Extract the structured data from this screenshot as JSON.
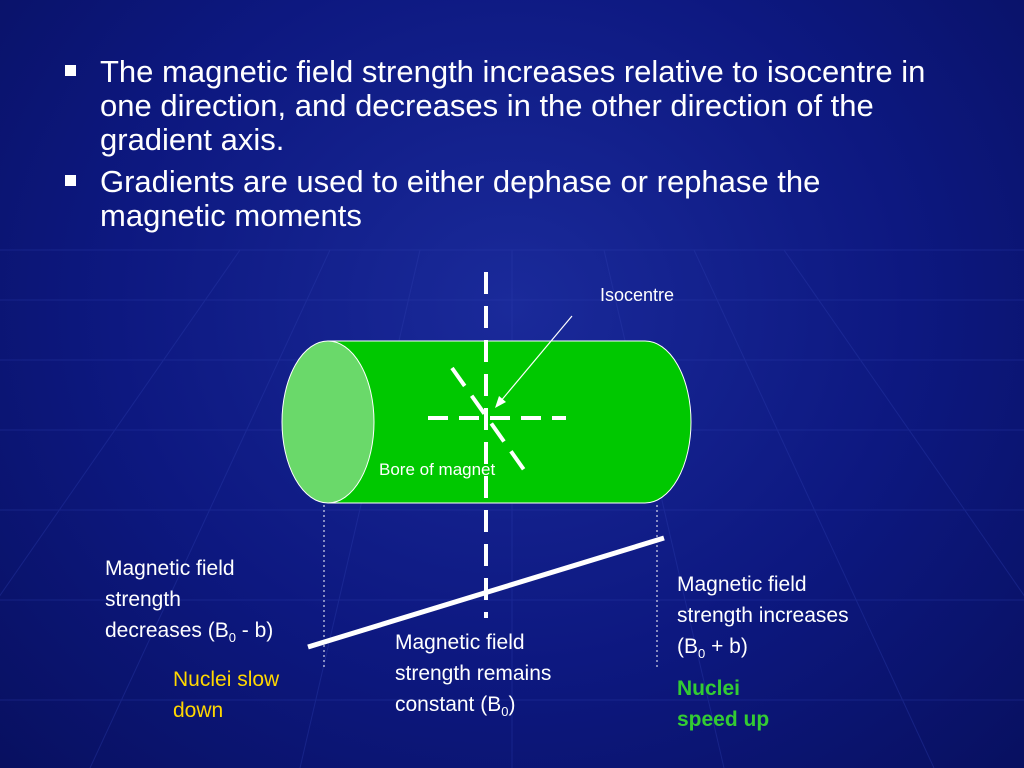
{
  "bullets": [
    {
      "text": "The magnetic field strength increases relative to isocentre in one direction, and decreases in the other direction of the gradient axis."
    },
    {
      "text": "Gradients are used to either dephase or rephase the magnetic moments"
    }
  ],
  "diagram": {
    "isocentre_label": "Isocentre",
    "bore_label": "Bore of magnet",
    "left": {
      "line1": "Magnetic field",
      "line2": "strength",
      "line3_pre": "decreases (B",
      "line3_sub": "0",
      "line3_post": " - b)",
      "effect_line1": "Nuclei slow",
      "effect_line2": "down"
    },
    "center": {
      "line1": "Magnetic field",
      "line2": "strength remains",
      "line3_pre": "constant (B",
      "line3_sub": "0",
      "line3_post": ")"
    },
    "right": {
      "line1": "Magnetic field",
      "line2": "strength increases",
      "line3_pre": "(B",
      "line3_sub": "0",
      "line3_post": " + b)",
      "effect_line1": "Nuclei",
      "effect_line2": "speed up"
    }
  },
  "colors": {
    "background": "#0d1880",
    "cylinder_body": "#00c800",
    "cylinder_end": "#6ad96a",
    "slow_text": "#ffd700",
    "fast_text": "#33cc33"
  }
}
